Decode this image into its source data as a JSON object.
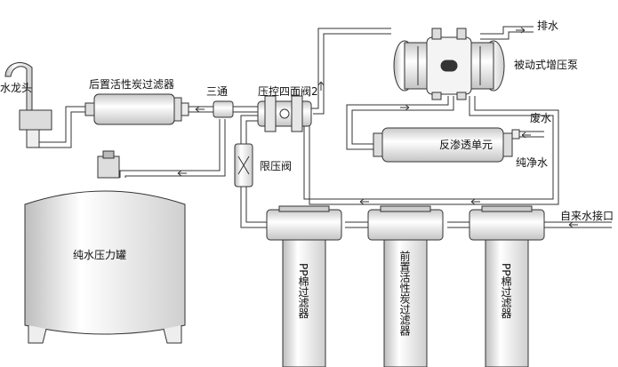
{
  "labels": {
    "faucet": "水龙头",
    "post_carbon": "后置活性炭过滤器",
    "tee": "三通",
    "valve": "压控四面阀2",
    "drain": "排水",
    "pump": "被动式增压泵",
    "waste": "废水",
    "ro": "反渗透单元",
    "pure": "纯净水",
    "limit_valve": "限压阀",
    "inlet": "自来水接口",
    "tank": "纯水压力罐",
    "pp1": "PP棉过滤器",
    "pre_carbon": "前置活性炭过滤器",
    "pp2": "PP棉过滤器"
  },
  "colors": {
    "line": "#333333",
    "bg": "#ffffff",
    "light": "#f2f2f2"
  }
}
